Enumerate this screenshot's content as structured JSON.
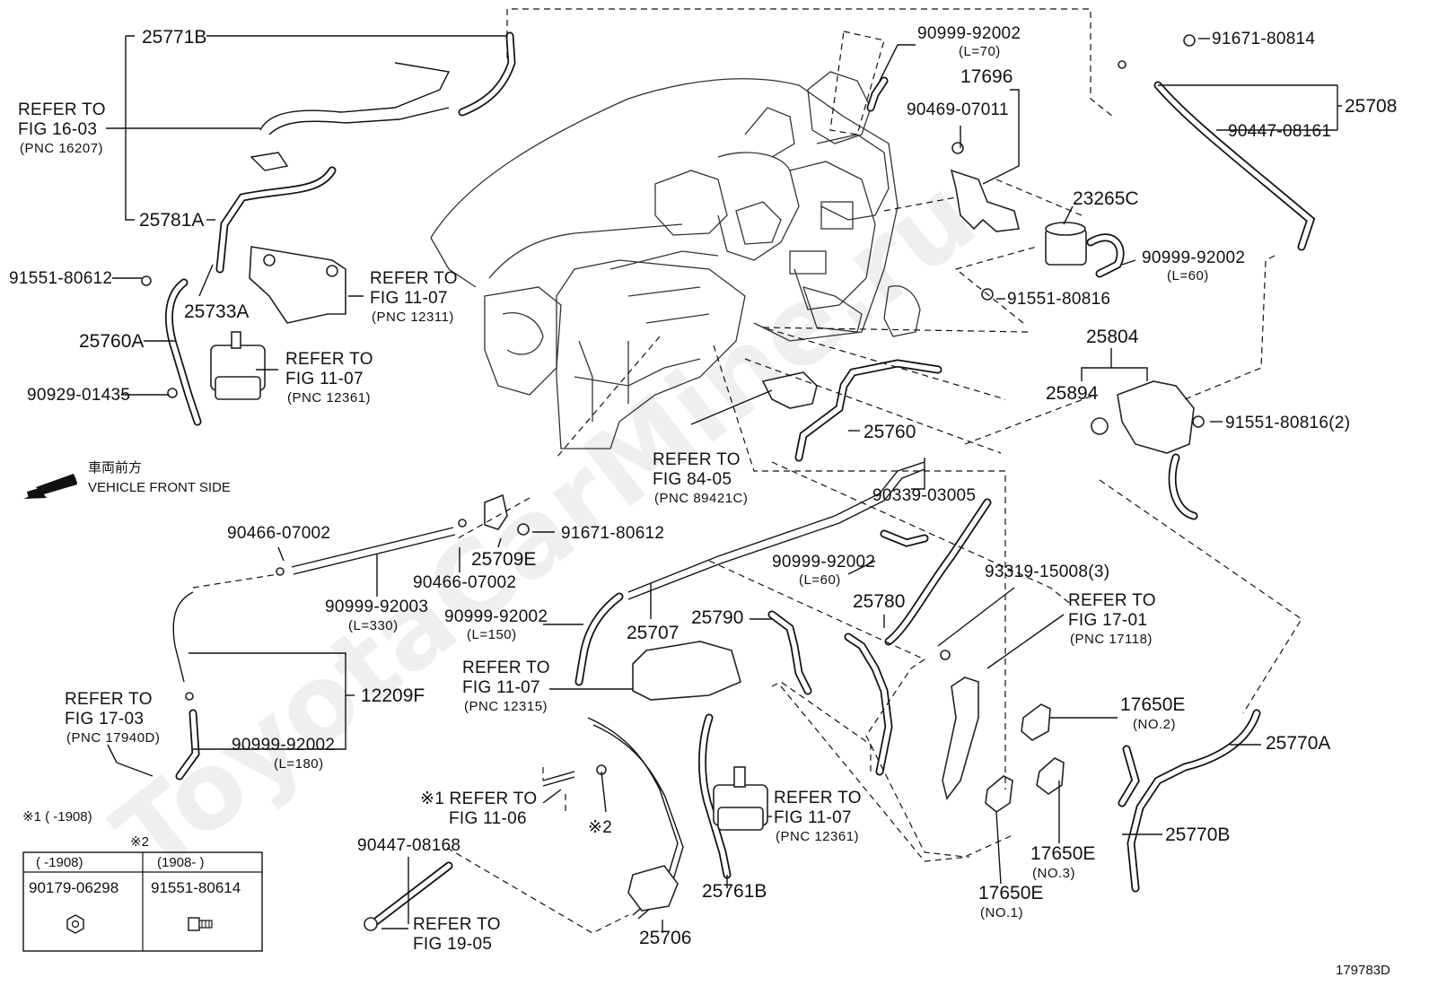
{
  "labels": {
    "p25771B": "25771B",
    "refer1603_a": "REFER TO",
    "refer1603_b": "FIG 16-03",
    "refer1603_c": "(PNC 16207)",
    "p25781A": "25781A",
    "p91551_80612": "91551-80612",
    "p25733A": "25733A",
    "p25760A": "25760A",
    "p90929_01435": "90929-01435",
    "refer1107_a1": "REFER TO",
    "refer1107_b1": "FIG 11-07",
    "refer1107_c1": "(PNC 12311)",
    "refer1107_a2": "REFER TO",
    "refer1107_b2": "FIG 11-07",
    "refer1107_c2": "(PNC 12361)",
    "p90999_92002_top": "90999-92002",
    "l70": "(L=70)",
    "p17696": "17696",
    "p90469_07011": "90469-07011",
    "p23265C": "23265C",
    "p90999_92002_r": "90999-92002",
    "l60_r": "(L=60)",
    "p91551_80816": "91551-80816",
    "p91671_80814": "91671-80814",
    "p25708": "25708",
    "p90447_08161": "90447-08161",
    "p25804": "25804",
    "p25894": "25894",
    "p91551_80816_2": "91551-80816(2)",
    "p25760": "25760",
    "refer8405_a": "REFER TO",
    "refer8405_b": "FIG 84-05",
    "refer8405_c": "(PNC 89421C)",
    "p90339_03005": "90339-03005",
    "p90999_92002_mid": "90999-92002",
    "l60_mid": "(L=60)",
    "p90466_07002_a": "90466-07002",
    "p90466_07002_b": "90466-07002",
    "p25709E": "25709E",
    "p91671_80612": "91671-80612",
    "p90999_92003": "90999-92003",
    "l330": "(L=330)",
    "p90999_92002_150": "90999-92002",
    "l150": "(L=150)",
    "p25707": "25707",
    "p25790": "25790",
    "p25780": "25780",
    "p93319_15008": "93319-15008(3)",
    "refer1701_a": "REFER TO",
    "refer1701_b": "FIG 17-01",
    "refer1701_c": "(PNC 17118)",
    "refer1107_a3": "REFER TO",
    "refer1107_b3": "FIG 11-07",
    "refer1107_c3": "(PNC 12315)",
    "p12209F": "12209F",
    "refer1703_a": "REFER TO",
    "refer1703_b": "FIG 17-03",
    "refer1703_c": "(PNC 17940D)",
    "p90999_92002_180": "90999-92002",
    "l180": "(L=180)",
    "p17650E_2": "17650E",
    "no2": "(NO.2)",
    "p25770A": "25770A",
    "p25770B": "25770B",
    "p17650E_3": "17650E",
    "no3": "(NO.3)",
    "p17650E_1": "17650E",
    "no1": "(NO.1)",
    "refer1106_a": "※1 REFER TO",
    "refer1106_b": "FIG 11-06",
    "mark2": "※2",
    "refer1107_a4": "REFER TO",
    "refer1107_b4": "FIG 11-07",
    "refer1107_c4": "(PNC 12361)",
    "p25761B": "25761B",
    "p90447_08168": "90447-08168",
    "refer1905_a": "REFER TO",
    "refer1905_b": "FIG 19-05",
    "p25706": "25706",
    "dir_jp": "車両前方",
    "dir_en": "VEHICLE FRONT SIDE",
    "note1": "※1 (      -1908)",
    "note2": "※2",
    "fig_id": "179783D"
  },
  "table": {
    "col1_head": "(      -1908)",
    "col2_head": "(1908-      )",
    "col1_part": "90179-06298",
    "col2_part": "91551-80614"
  },
  "watermark": "ToyotaCarMine.ru"
}
